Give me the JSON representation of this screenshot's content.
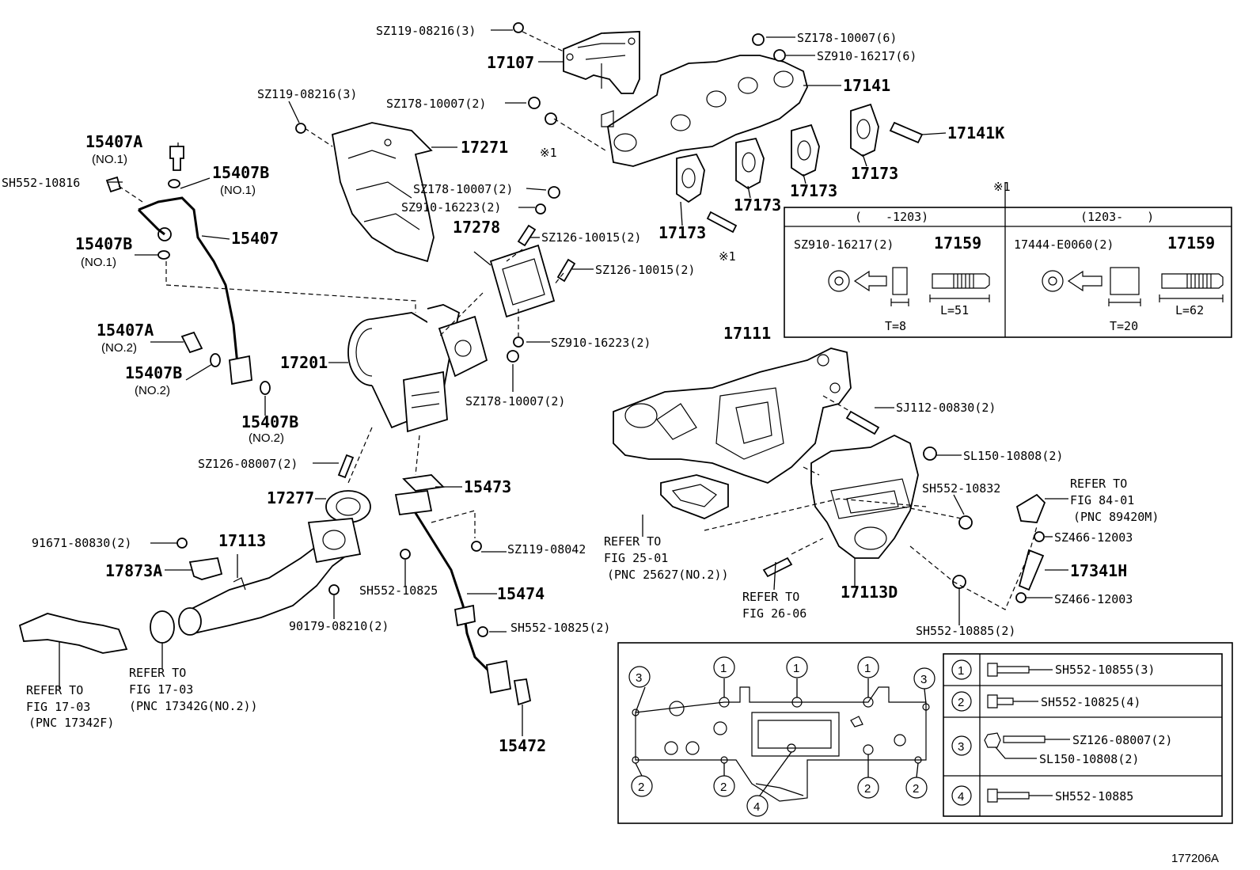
{
  "callouts": [
    {
      "id": "c1",
      "text": "SZ119-08216(3)"
    },
    {
      "id": "c2",
      "text": "17107"
    },
    {
      "id": "c3",
      "text": "SZ178-10007(6)"
    },
    {
      "id": "c4",
      "text": "SZ910-16217(6)"
    },
    {
      "id": "c5",
      "text": "17141"
    },
    {
      "id": "c6",
      "text": "SZ119-08216(3)"
    },
    {
      "id": "c7",
      "text": "SZ178-10007(2)"
    },
    {
      "id": "c8",
      "text": "17141K"
    },
    {
      "id": "c9",
      "text": "15407A"
    },
    {
      "id": "c10",
      "text": "(NO.1)"
    },
    {
      "id": "c11",
      "text": "17271"
    },
    {
      "id": "c12",
      "text": "※1"
    },
    {
      "id": "c13",
      "text": "15407B"
    },
    {
      "id": "c14",
      "text": "(NO.1)"
    },
    {
      "id": "c15",
      "text": "SH552-10816"
    },
    {
      "id": "c16",
      "text": "SZ178-10007(2)"
    },
    {
      "id": "c17",
      "text": "SZ910-16223(2)"
    },
    {
      "id": "c18",
      "text": "17173"
    },
    {
      "id": "c19",
      "text": "17173"
    },
    {
      "id": "c20",
      "text": "17173"
    },
    {
      "id": "c21",
      "text": "17173"
    },
    {
      "id": "c22",
      "text": "※1"
    },
    {
      "id": "c23",
      "text": "15407"
    },
    {
      "id": "c24",
      "text": "17278"
    },
    {
      "id": "c25",
      "text": "SZ126-10015(2)"
    },
    {
      "id": "c26",
      "text": "15407B"
    },
    {
      "id": "c27",
      "text": "(NO.1)"
    },
    {
      "id": "c28",
      "text": "SZ126-10015(2)"
    },
    {
      "id": "c29",
      "text": "※1"
    },
    {
      "id": "c30",
      "text": "15407A"
    },
    {
      "id": "c31",
      "text": "(NO.2)"
    },
    {
      "id": "c32",
      "text": "SZ910-16223(2)"
    },
    {
      "id": "c33",
      "text": "17201"
    },
    {
      "id": "c34",
      "text": "15407B"
    },
    {
      "id": "c35",
      "text": "(NO.2)"
    },
    {
      "id": "c36",
      "text": "17111"
    },
    {
      "id": "c37",
      "text": "SZ178-10007(2)"
    },
    {
      "id": "c38",
      "text": "15407B"
    },
    {
      "id": "c39",
      "text": "(NO.2)"
    },
    {
      "id": "c40",
      "text": "SJ112-00830(2)"
    },
    {
      "id": "c41",
      "text": "SZ126-08007(2)"
    },
    {
      "id": "c42",
      "text": "SL150-10808(2)"
    },
    {
      "id": "c43",
      "text": "15473"
    },
    {
      "id": "c44",
      "text": "17277"
    },
    {
      "id": "c45",
      "text": "SH552-10832"
    },
    {
      "id": "c46",
      "text": "REFER TO"
    },
    {
      "id": "c47",
      "text": "FIG 84-01"
    },
    {
      "id": "c48",
      "text": "(PNC 89420M)"
    },
    {
      "id": "c49",
      "text": "17113"
    },
    {
      "id": "c50",
      "text": "91671-80830(2)"
    },
    {
      "id": "c51",
      "text": "SZ119-08042"
    },
    {
      "id": "c52",
      "text": "REFER TO"
    },
    {
      "id": "c53",
      "text": "FIG 25-01"
    },
    {
      "id": "c54",
      "text": "(PNC 25627(NO.2))"
    },
    {
      "id": "c55",
      "text": "SZ466-12003"
    },
    {
      "id": "c56",
      "text": "17873A"
    },
    {
      "id": "c57",
      "text": "17341H"
    },
    {
      "id": "c58",
      "text": "SH552-10825"
    },
    {
      "id": "c59",
      "text": "15474"
    },
    {
      "id": "c60",
      "text": "REFER TO"
    },
    {
      "id": "c61",
      "text": "FIG 26-06"
    },
    {
      "id": "c62",
      "text": "17113D"
    },
    {
      "id": "c63",
      "text": "SZ466-12003"
    },
    {
      "id": "c64",
      "text": "90179-08210(2)"
    },
    {
      "id": "c65",
      "text": "SH552-10825(2)"
    },
    {
      "id": "c66",
      "text": "SH552-10885(2)"
    },
    {
      "id": "c67",
      "text": "REFER TO"
    },
    {
      "id": "c68",
      "text": "REFER TO"
    },
    {
      "id": "c69",
      "text": "FIG 17-03"
    },
    {
      "id": "c70",
      "text": "FIG 17-03"
    },
    {
      "id": "c71",
      "text": "(PNC 17342G(NO.2))"
    },
    {
      "id": "c72",
      "text": "(PNC 17342F)"
    },
    {
      "id": "c73",
      "text": "15472"
    }
  ],
  "stud_table": {
    "marker": "※1",
    "columns": [
      {
        "header": "(　　-1203)",
        "washer": "SZ910-16217(2)",
        "stud": "17159",
        "t_label": "T=8",
        "l_label": "L=51"
      },
      {
        "header": "(1203-　　)",
        "washer": "17444-E0060(2)",
        "stud": "17159",
        "t_label": "T=20",
        "l_label": "L=62"
      }
    ]
  },
  "bolt_legend": {
    "rows": [
      {
        "num": "1",
        "parts": [
          "SH552-10855(3)"
        ]
      },
      {
        "num": "2",
        "parts": [
          "SH552-10825(4)"
        ]
      },
      {
        "num": "3",
        "parts": [
          "SZ126-08007(2)",
          "SL150-10808(2)"
        ]
      },
      {
        "num": "4",
        "parts": [
          "SH552-10885"
        ]
      }
    ],
    "diagram_markers": [
      "3",
      "1",
      "1",
      "1",
      "3",
      "2",
      "2",
      "2",
      "2",
      "4"
    ]
  },
  "figure_id": "177206A"
}
